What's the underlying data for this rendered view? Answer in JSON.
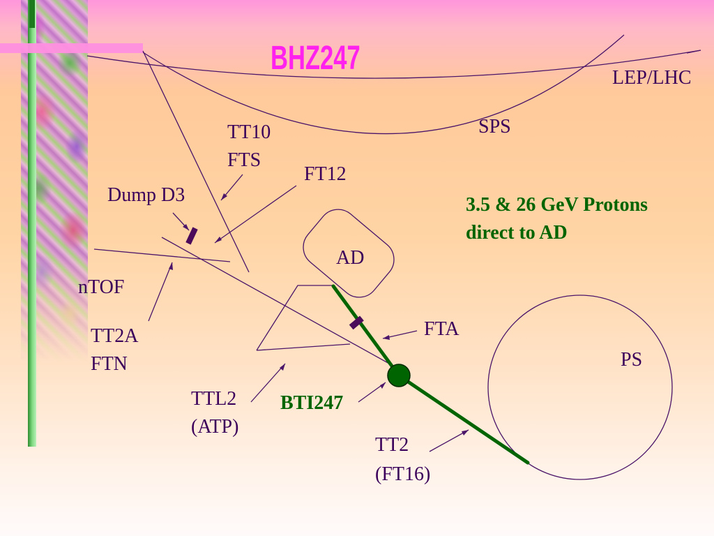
{
  "title": "BHZ247",
  "labels": {
    "lep_lhc": "LEP/LHC",
    "sps": "SPS",
    "tt10": "TT10",
    "fts": "FTS",
    "ft12": "FT12",
    "dump_d3": "Dump D3",
    "protons_line1": "3.5 & 26 GeV Protons",
    "protons_line2": "direct to AD",
    "ad": "AD",
    "ntof": "nTOF",
    "fta": "FTA",
    "tt2a": "TT2A",
    "ftn": "FTN",
    "ps": "PS",
    "ttl2": "TTL2",
    "atp": "(ATP)",
    "bti247": "BTI247",
    "tt2": "TT2",
    "ft16": "(FT16)"
  },
  "colors": {
    "title": "#ff22ee",
    "line": "#4b1569",
    "beam_green": "#006400",
    "marker": "#4b0a5a"
  }
}
